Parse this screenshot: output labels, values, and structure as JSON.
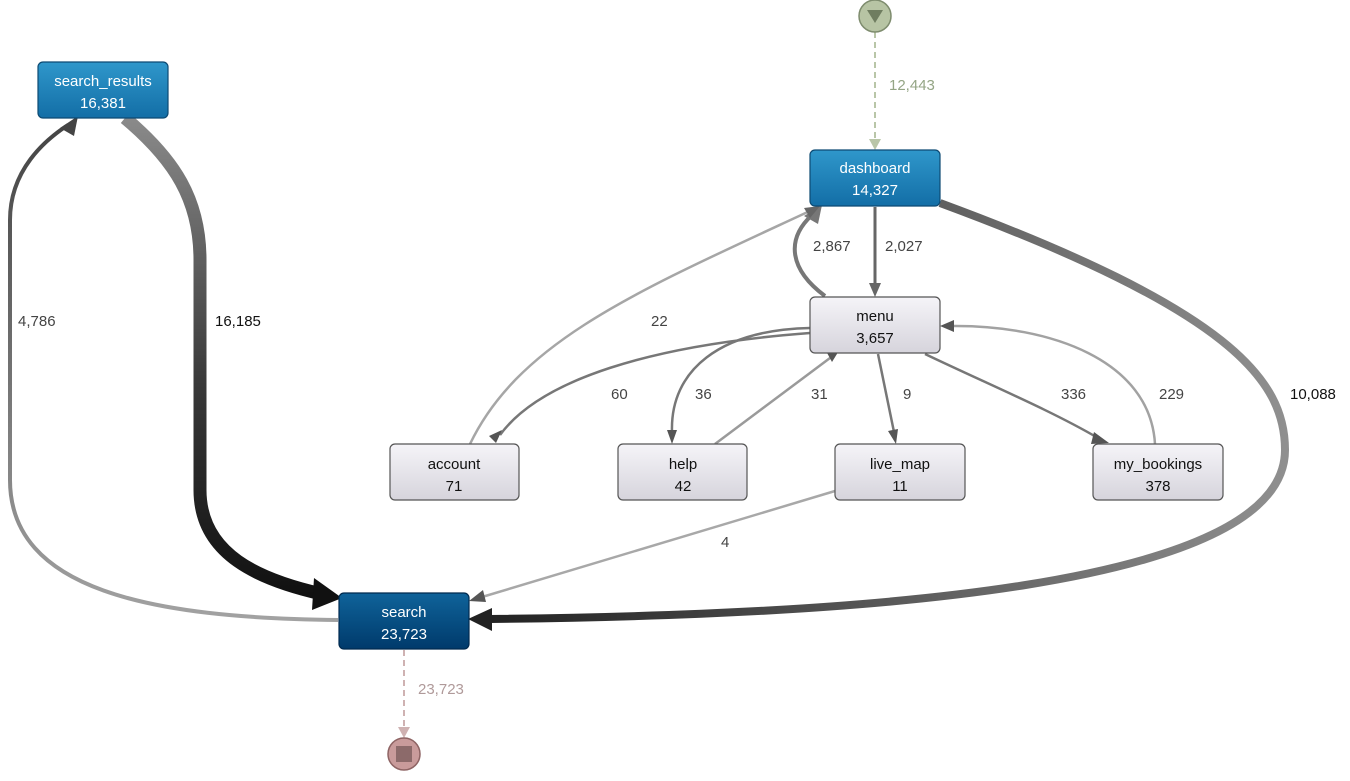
{
  "diagram": {
    "start_count": "12,443",
    "end_count": "23,723",
    "nodes": {
      "search_results": {
        "name": "search_results",
        "count": "16,381"
      },
      "dashboard": {
        "name": "dashboard",
        "count": "14,327"
      },
      "menu": {
        "name": "menu",
        "count": "3,657"
      },
      "account": {
        "name": "account",
        "count": "71"
      },
      "help": {
        "name": "help",
        "count": "42"
      },
      "live_map": {
        "name": "live_map",
        "count": "11"
      },
      "my_bookings": {
        "name": "my_bookings",
        "count": "378"
      },
      "search": {
        "name": "search",
        "count": "23,723"
      }
    },
    "edges": {
      "search_to_search_results": "4,786",
      "search_results_to_search": "16,185",
      "dashboard_to_menu": "2,027",
      "menu_to_dashboard": "2,867",
      "account_to_dashboard": "22",
      "dashboard_to_search": "10,088",
      "menu_to_account": "60",
      "menu_to_help": "36",
      "help_to_menu": "31",
      "menu_to_live_map": "9",
      "menu_to_my_bookings": "336",
      "my_bookings_to_menu": "229",
      "live_map_to_search": "4"
    },
    "colors": {
      "blue_node_top": "#2a8fc4",
      "blue_node_bottom": "#1470a8",
      "navy_node_top": "#0d5e94",
      "navy_node_bottom": "#003a6b",
      "grey_node_top": "#f4f3f7",
      "grey_node_bottom": "#d7d5dd",
      "start_marker": "#b7c4a4",
      "end_marker": "#c99b9b"
    }
  }
}
